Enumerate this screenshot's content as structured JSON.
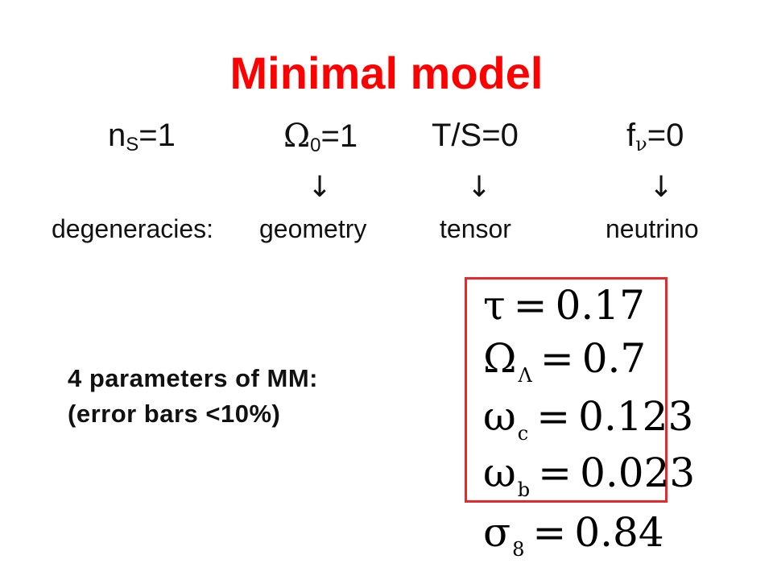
{
  "title": "Minimal model",
  "assumptions": [
    {
      "symbol": "n",
      "sub": "S",
      "rest": "=1"
    },
    {
      "symbol": "Ω",
      "sub": "0",
      "rest": "=1"
    },
    {
      "symbol": "T/S=0",
      "sub": "",
      "rest": ""
    },
    {
      "symbol": "f",
      "sub": "ν",
      "rest": "=0"
    }
  ],
  "arrows": [
    "↓",
    "↓",
    "↓"
  ],
  "degeneracies": {
    "label": "degeneracies:",
    "items": [
      "geometry",
      "tensor",
      "neutrino"
    ]
  },
  "parameters_note": {
    "line1": "4 parameters of MM:",
    "line2": "(error bars <10%)"
  },
  "equations": [
    {
      "symbol": "τ",
      "sub": "",
      "value": "0.17"
    },
    {
      "symbol": "Ω",
      "sub": "Λ",
      "value": "0.7"
    },
    {
      "symbol": "ω",
      "sub": "c",
      "value": "0.123"
    },
    {
      "symbol": "ω",
      "sub": "b",
      "value": "0.023"
    },
    {
      "symbol": "σ",
      "sub": "8",
      "value": "0.84"
    }
  ],
  "colors": {
    "title": "#ff0000",
    "box_border": "#e8282a"
  }
}
